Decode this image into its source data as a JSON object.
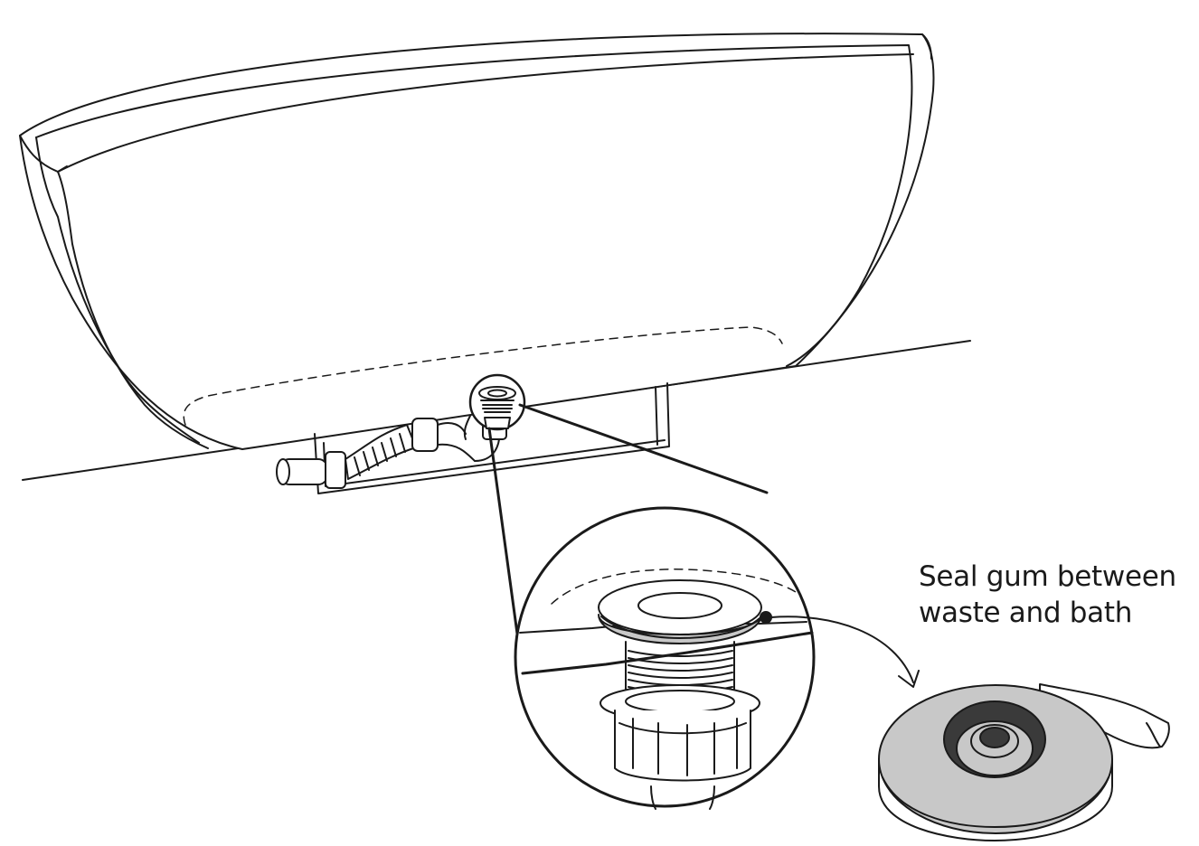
{
  "annotation": {
    "lines": [
      "Seal gum between",
      "waste and bath"
    ]
  },
  "colors": {
    "stroke": "#1a1a1a",
    "tape_fill": "#c8c8c8",
    "tape_dark": "#3a3a3a",
    "background": "#ffffff"
  },
  "figure": {
    "parts": [
      "bath",
      "floor",
      "access-panel",
      "waste-pipe",
      "waste-fitting",
      "magnifier",
      "seal-gum-roll"
    ]
  }
}
